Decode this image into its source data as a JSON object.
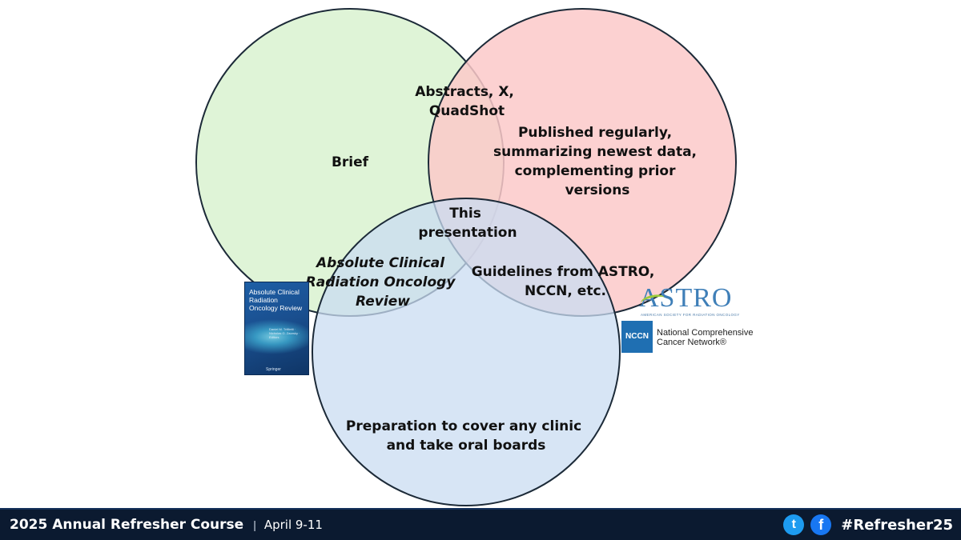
{
  "venn": {
    "circles": [
      {
        "id": "left",
        "color": "#d9f2d0"
      },
      {
        "id": "right",
        "color": "#fcd0d0"
      },
      {
        "id": "bottom",
        "color": "#d0e1f5"
      }
    ],
    "labels": {
      "left_only": "Brief",
      "left_right": [
        "Abstracts, X,",
        "QuadShot"
      ],
      "right_only": [
        "Published regularly,",
        "summarizing newest data,",
        "complementing prior",
        "versions"
      ],
      "center": [
        "This",
        "presentation"
      ],
      "left_bottom": [
        "Absolute Clinical",
        "Radiation Oncology",
        "Review"
      ],
      "right_bottom": [
        "Guidelines from ASTRO,",
        "NCCN, etc."
      ],
      "bottom_only": [
        "Preparation to cover any clinic",
        "and take oral boards"
      ]
    }
  },
  "book": {
    "title": "Absolute Clinical Radiation Oncology Review",
    "editors": "Daniel M. Trifiletti · Nicholas G. Zaorsky · Editors",
    "publisher": "Springer"
  },
  "astro_logo": {
    "word": "ASTRO",
    "subtitle": "AMERICAN SOCIETY FOR RADIATION ONCOLOGY"
  },
  "nccn_logo": {
    "abbr": "NCCN",
    "line1": "National Comprehensive",
    "line2": "Cancer Network®"
  },
  "footer": {
    "course": "2025 Annual Refresher Course",
    "separator": "|",
    "dates": "April 9-11",
    "twitter_icon": "t",
    "facebook_icon": "f",
    "hashtag": "#Refresher25",
    "background": "#0b1a30"
  }
}
